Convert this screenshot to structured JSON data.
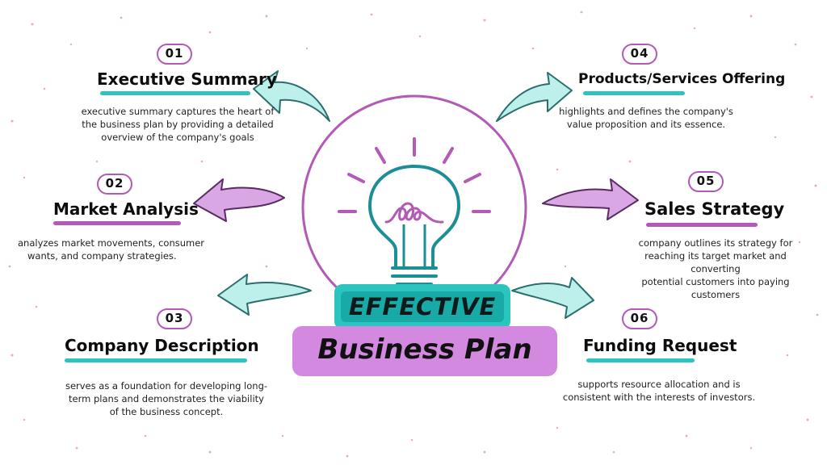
{
  "center": {
    "top_label": "EFFECTIVE",
    "bottom_label": "Business Plan"
  },
  "colors": {
    "teal": "#2bc4be",
    "purple": "#b35ab6",
    "lavender": "#d489e0",
    "arrow_teal_fill": "#bdf0ea",
    "arrow_purple_fill": "#d9a8e4"
  },
  "sections": [
    {
      "number": "01",
      "title": "Executive Summary",
      "description": [
        "executive summary captures the heart of",
        "the business plan by providing a detailed",
        "overview of the company's goals"
      ]
    },
    {
      "number": "02",
      "title": "Market Analysis",
      "description": [
        "analyzes market movements, consumer",
        "wants, and company strategies."
      ]
    },
    {
      "number": "03",
      "title": "Company Description",
      "description": [
        "serves as a foundation for developing long-",
        "term plans and demonstrates the viability",
        "of the business concept."
      ]
    },
    {
      "number": "04",
      "title": "Products/Services Offering",
      "description": [
        "highlights and defines the company's",
        "value proposition and its essence."
      ]
    },
    {
      "number": "05",
      "title": "Sales Strategy",
      "description": [
        "company outlines its strategy for",
        "reaching its target market and converting",
        "potential customers into paying",
        "customers"
      ]
    },
    {
      "number": "06",
      "title": "Funding Request",
      "description": [
        "supports resource allocation and is",
        "consistent with the interests of investors."
      ]
    }
  ]
}
